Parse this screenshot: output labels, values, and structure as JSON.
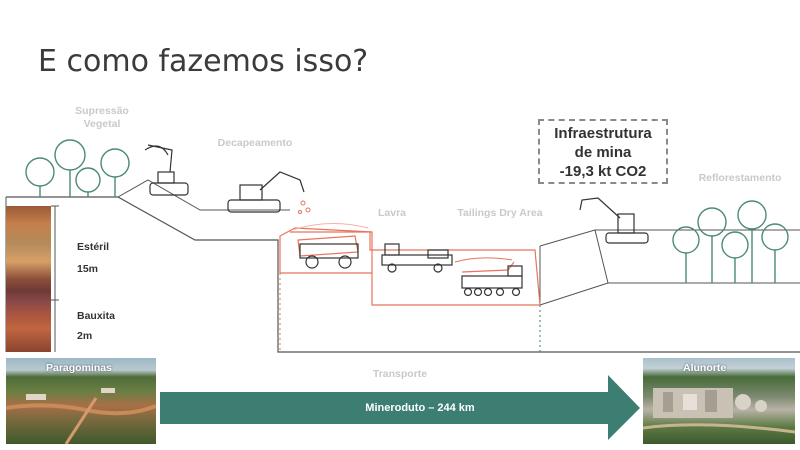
{
  "title": "E como fazemos isso?",
  "stages": {
    "supressao": "Supressão\nVegetal",
    "decapeamento": "Decapeamento",
    "lavra": "Lavra",
    "tailings": "Tailings Dry Area",
    "reflorestamento": "Reflorestamento",
    "transporte": "Transporte"
  },
  "infra": {
    "line1": "Infraestrutura",
    "line2": "de mina",
    "line3": "-19,3 kt CO2"
  },
  "layers": {
    "esteril": "Estéril",
    "esteril_depth": "15m",
    "bauxita": "Bauxita",
    "bauxita_depth": "2m"
  },
  "places": {
    "origin": "Paragominas",
    "destination": "Alunorte"
  },
  "pipeline": "Mineroduto – 244 km",
  "colors": {
    "accent_teal": "#3d7e73",
    "mining_red": "#e8735e",
    "line_gray": "#555555",
    "tree_green": "#4b8a76"
  }
}
